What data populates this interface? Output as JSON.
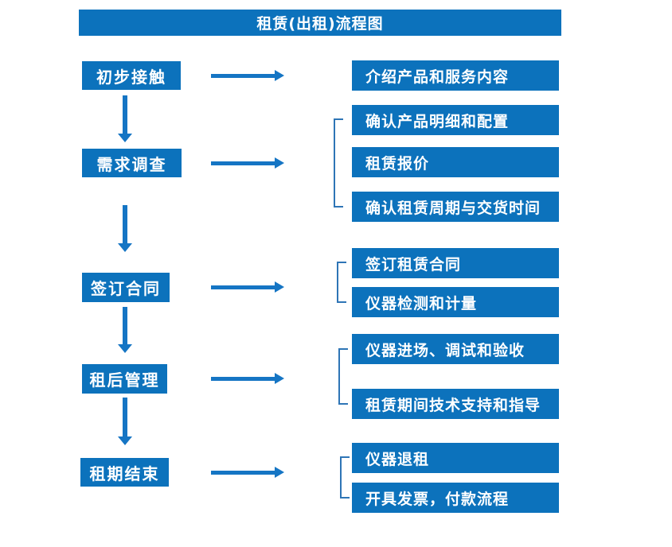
{
  "title": "租赁(出租)流程图",
  "colors": {
    "box_blue": "#0c72bc",
    "arrow_blue": "#1575c4",
    "bracket_blue": "#2e75b6",
    "text_white": "#ffffff"
  },
  "flow": {
    "stages": [
      {
        "label": "初步接触",
        "outputs": [
          "介绍产品和服务内容"
        ]
      },
      {
        "label": "需求调查",
        "outputs": [
          "确认产品明细和配置",
          "租赁报价",
          "确认租赁周期与交货时间"
        ]
      },
      {
        "label": "签订合同",
        "outputs": [
          "签订租赁合同",
          "仪器检测和计量"
        ]
      },
      {
        "label": "租后管理",
        "outputs": [
          "仪器进场、调试和验收",
          "租赁期间技术支持和指导"
        ]
      },
      {
        "label": "租期结束",
        "outputs": [
          "仪器退租",
          "开具发票，付款流程"
        ]
      }
    ]
  }
}
